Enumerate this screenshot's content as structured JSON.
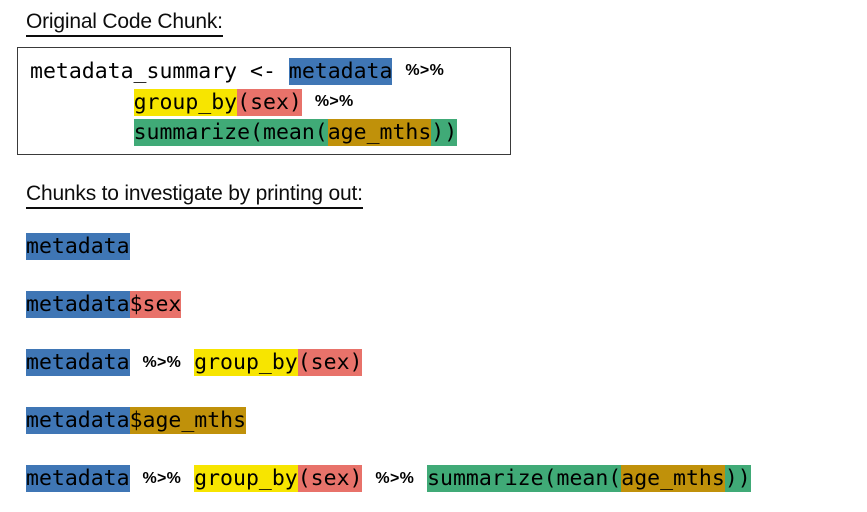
{
  "slide": {
    "background_color": "#ffffff",
    "text_color": "#000000"
  },
  "palette": {
    "blue": "#3f76b5",
    "yellow": "#f7e500",
    "red": "#e8726a",
    "green": "#40aa77",
    "gold": "#c0910a",
    "box_border": "#3a3a3a"
  },
  "headings": {
    "original": "Original Code Chunk:",
    "chunks": "Chunks to investigate by printing out:"
  },
  "code_box": {
    "lines": [
      {
        "tokens": [
          {
            "text": "metadata_summary <- ",
            "highlight": "none"
          },
          {
            "text": "metadata",
            "highlight": "blue"
          },
          {
            "text": " ",
            "highlight": "none"
          },
          {
            "text": "%>%",
            "highlight": "none",
            "style": "pipe"
          }
        ]
      },
      {
        "tokens": [
          {
            "text": "        ",
            "highlight": "none"
          },
          {
            "text": "group_by",
            "highlight": "yellow"
          },
          {
            "text": "(sex)",
            "highlight": "red"
          },
          {
            "text": " ",
            "highlight": "none"
          },
          {
            "text": "%>%",
            "highlight": "none",
            "style": "pipe"
          }
        ]
      },
      {
        "tokens": [
          {
            "text": "        ",
            "highlight": "none"
          },
          {
            "text": "summarize(mean(",
            "highlight": "green"
          },
          {
            "text": "age_mths",
            "highlight": "gold"
          },
          {
            "text": "))",
            "highlight": "green"
          }
        ]
      }
    ]
  },
  "chunks": [
    {
      "label": "chunk-metadata",
      "tokens": [
        {
          "text": "metadata",
          "highlight": "blue"
        }
      ]
    },
    {
      "label": "chunk-metadata-sex",
      "tokens": [
        {
          "text": "metadata",
          "highlight": "blue"
        },
        {
          "text": "$sex",
          "highlight": "red"
        }
      ]
    },
    {
      "label": "chunk-metadata-groupby",
      "tokens": [
        {
          "text": "metadata",
          "highlight": "blue"
        },
        {
          "text": " ",
          "highlight": "none"
        },
        {
          "text": "%>%",
          "highlight": "none",
          "style": "pipe"
        },
        {
          "text": " ",
          "highlight": "none"
        },
        {
          "text": "group_by",
          "highlight": "yellow"
        },
        {
          "text": "(sex)",
          "highlight": "red"
        }
      ]
    },
    {
      "label": "chunk-metadata-age-mths",
      "tokens": [
        {
          "text": "metadata",
          "highlight": "blue"
        },
        {
          "text": "$age_mths",
          "highlight": "gold"
        }
      ]
    },
    {
      "label": "chunk-full-pipeline",
      "tokens": [
        {
          "text": "metadata",
          "highlight": "blue"
        },
        {
          "text": " ",
          "highlight": "none"
        },
        {
          "text": "%>%",
          "highlight": "none",
          "style": "pipe"
        },
        {
          "text": " ",
          "highlight": "none"
        },
        {
          "text": "group_by",
          "highlight": "yellow"
        },
        {
          "text": "(sex)",
          "highlight": "red"
        },
        {
          "text": " ",
          "highlight": "none"
        },
        {
          "text": "%>%",
          "highlight": "none",
          "style": "pipe"
        },
        {
          "text": " ",
          "highlight": "none"
        },
        {
          "text": "summarize(mean(",
          "highlight": "green"
        },
        {
          "text": "age_mths",
          "highlight": "gold"
        },
        {
          "text": "))",
          "highlight": "green"
        }
      ]
    }
  ]
}
